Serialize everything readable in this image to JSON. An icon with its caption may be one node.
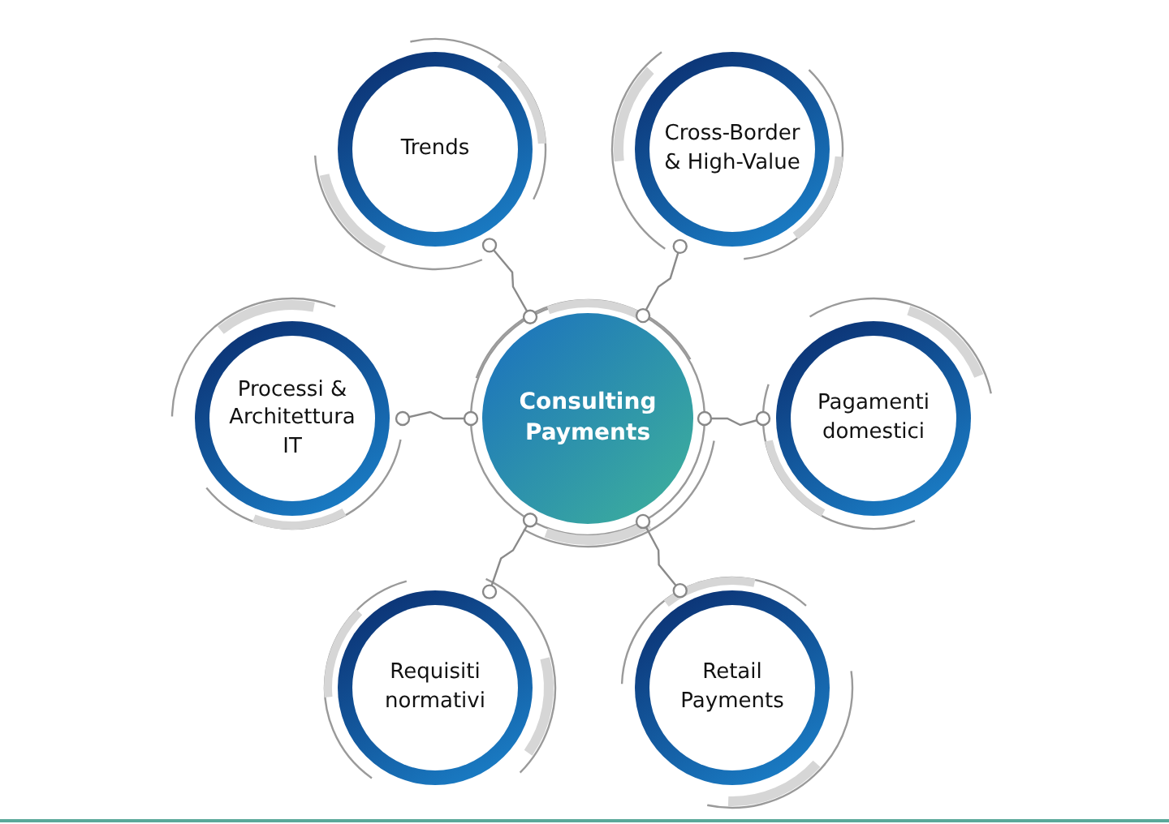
{
  "diagram": {
    "nodes": [
      {
        "text": [
          "Consulting Payments"
        ]
      },
      {
        "text": [
          "Trends"
        ]
      },
      {
        "text": [
          "Cross-Border & High-Value"
        ]
      },
      {
        "text": [
          "Processi & Architettura IT"
        ]
      },
      {
        "text": [
          "Pagamenti domestici"
        ]
      },
      {
        "text": [
          "Requisiti normativi"
        ]
      },
      {
        "text": [
          "Retail Payments"
        ]
      }
    ],
    "edges": [
      {
        "from": 0,
        "to": 1,
        "arrow": "other"
      },
      {
        "from": 0,
        "to": 2,
        "arrow": "other"
      },
      {
        "from": 0,
        "to": 3,
        "arrow": "other"
      },
      {
        "from": 0,
        "to": 4,
        "arrow": "other"
      },
      {
        "from": 0,
        "to": 5,
        "arrow": "other"
      },
      {
        "from": 0,
        "to": 6,
        "arrow": "other"
      }
    ]
  }
}
